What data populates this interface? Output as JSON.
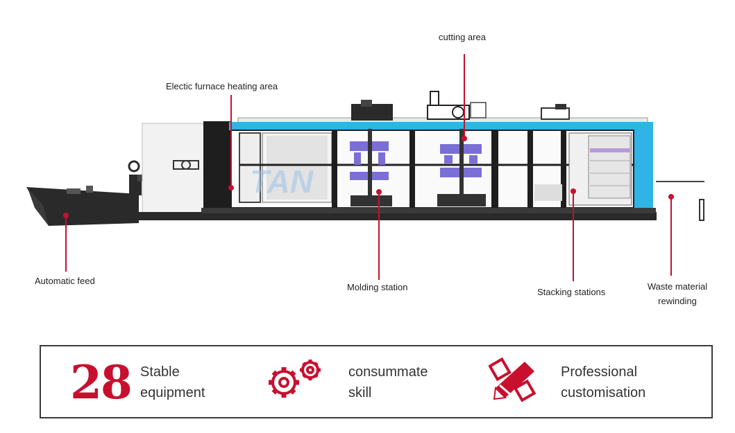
{
  "brand": {
    "watermark": "TAN",
    "accent": "#c8102e",
    "frame_color": "#2eb4e6"
  },
  "labels": {
    "cutting_area": "cutting area",
    "furnace": "Electic furnace heating area",
    "automatic_feed": "Automatic feed",
    "molding_station": "Molding station",
    "stacking_stations": "Stacking stations",
    "waste_line1": "Waste material",
    "waste_line2": "rewinding"
  },
  "features": {
    "number": "28",
    "item1_line1": "Stable",
    "item1_line2": "equipment",
    "item2_line1": "consummate",
    "item2_line2": "skill",
    "item3_line1": "Professional",
    "item3_line2": "customisation"
  },
  "icons": {
    "gears": "gears-icon",
    "pencil": "pencil-ruler-icon"
  }
}
